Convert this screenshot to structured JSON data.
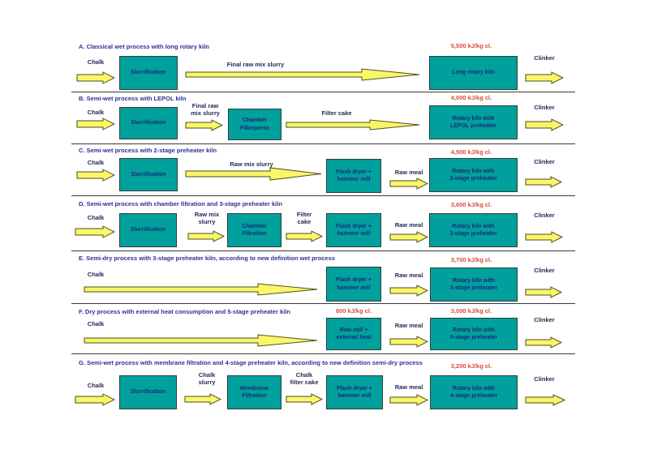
{
  "colors": {
    "box_fill": "#00a19c",
    "box_border": "#2f3b3b",
    "box_text": "#1b2a7b",
    "title_text": "#2d3193",
    "energy_text": "#dc4a3c",
    "label_text": "#27275a",
    "arrow_fill": "#f9f768",
    "arrow_outline": "#4d4d20",
    "separator": "#3a3a3a"
  },
  "rows": [
    {
      "letter": "A",
      "title": "A. Classical wet process with long rotary kiln",
      "energy": "5,500 kJ/kg cl.",
      "labels": {
        "input": "Chalk",
        "flow1": "Final raw mix slurry",
        "output": "Clinker"
      },
      "boxes": {
        "b1": "Slurrification",
        "kiln": "Long rotary kiln"
      }
    },
    {
      "letter": "B",
      "title": "B. Semi-wet process with LEPOL kiln",
      "energy": "4,000 kJ/kg cl.",
      "labels": {
        "input": "Chalk",
        "flow1": "Final raw\nmix slurry",
        "flow2": "Filter cake",
        "output": "Clinker"
      },
      "boxes": {
        "b1": "Slurrification",
        "b2": "Chamber\nFilterpress",
        "kiln": "Rotary kiln with\nLEPOL preheater"
      }
    },
    {
      "letter": "C",
      "title": "C. Semi-wet process with 2-stage preheater kiln",
      "energy": "4,500 kJ/kg cl.",
      "labels": {
        "input": "Chalk",
        "flow1": "Raw mix slurry",
        "flow2": "Raw meal",
        "output": "Clinker"
      },
      "boxes": {
        "b1": "Slurrification",
        "b2": "Flash dryer +\nhammer mill",
        "kiln": "Rotary kiln with\n2-stage preheater"
      }
    },
    {
      "letter": "D",
      "title": "D. Semi-wet process with chamber filtration and 3-stage preheater kiln",
      "energy": "3,600 kJ/kg cl.",
      "labels": {
        "input": "Chalk",
        "flow1": "Raw mix\nslurry",
        "flow2": "Filter\ncake",
        "flow3": "Raw meal",
        "output": "Clinker"
      },
      "boxes": {
        "b1": "Slurrification",
        "b2": "Chamber\nFiltration",
        "b3": "Flash dryer +\nhammer mill",
        "kiln": "Rotary kiln with\n3-stage preheater"
      }
    },
    {
      "letter": "E",
      "title": "E. Semi-dry process with 3-stage preheater kiln, according to new definition wet process",
      "energy": "3,700 kJ/kg cl.",
      "labels": {
        "input": "Chalk",
        "flow1": "Raw meal",
        "output": "Clinker"
      },
      "boxes": {
        "b1": "Flash dryer +\nhammer mill",
        "kiln": "Rotary kiln with\n3-stage preheater"
      }
    },
    {
      "letter": "F",
      "title": "F. Dry process with external heat consumption and 5-stage preheater kiln",
      "energy": "3,000 kJ/kg cl.",
      "energy2": "800 kJ/kg cl.",
      "labels": {
        "input": "Chalk",
        "flow1": "Raw meal",
        "output": "Clinker"
      },
      "boxes": {
        "b1": "Raw mill +\nexternal heat",
        "kiln": "Rotary kiln with\n5-stage preheater"
      }
    },
    {
      "letter": "G",
      "title": "G. Semi-wet process with membrane filtration and 4-stage preheater kiln, according to new definition semi-dry process",
      "energy": "3,200 kJ/kg cl.",
      "labels": {
        "input": "Chalk",
        "flow1": "Chalk\nslurry",
        "flow2": "Chalk\nfilter cake",
        "flow3": "Raw meal",
        "output": "Clinker"
      },
      "boxes": {
        "b1": "Slurrification",
        "b2": "Membrane\nFiltration",
        "b3": "Flash dryer +\nhammer mill",
        "kiln": "Rotary kiln with\n4-stage preheater"
      }
    }
  ]
}
